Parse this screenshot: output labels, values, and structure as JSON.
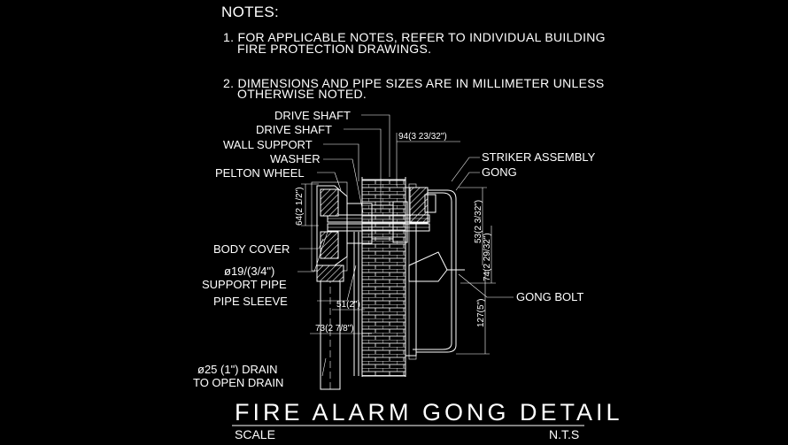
{
  "notes": {
    "heading": "NOTES:",
    "n1_line1": "1.    FOR APPLICABLE NOTES,  REFER TO INDIVIDUAL BUILDING",
    "n1_line2": "FIRE PROTECTION DRAWINGS.",
    "n2_line1": "2.    DIMENSIONS AND PIPE SIZES ARE IN MILLIMETER UNLESS",
    "n2_line2": "OTHERWISE NOTED."
  },
  "labels": {
    "drive_shaft_1": "DRIVE SHAFT",
    "drive_shaft_2": "DRIVE SHAFT",
    "wall_support": "WALL SUPPORT",
    "washer": "WASHER",
    "pelton_wheel": "PELTON WHEEL",
    "body_cover": "BODY COVER",
    "pipe_size": "ø19/(3/4\")",
    "support_pipe": "SUPPORT PIPE",
    "pipe_sleeve": "PIPE SLEEVE",
    "drain_1": "ø25 (1\") DRAIN",
    "drain_2": "TO OPEN DRAIN",
    "striker_assembly": "STRIKER ASSEMBLY",
    "gong": "GONG",
    "gong_bolt": "GONG BOLT"
  },
  "dimensions": {
    "d94": "94(3 23/32\")",
    "d64": "64(2 1/2\")",
    "d53": "53(2 3/32\")",
    "d74": "74(2 29/32\")",
    "d127": "127(5\")",
    "d51": "51(2\")",
    "d73": "73(2 7/8\")"
  },
  "title": {
    "main": "FIRE ALARM GONG DETAIL",
    "scale_label": "SCALE",
    "scale_value": "N.T.S"
  },
  "colors": {
    "background": "#000000",
    "linework": "#ffffff"
  }
}
